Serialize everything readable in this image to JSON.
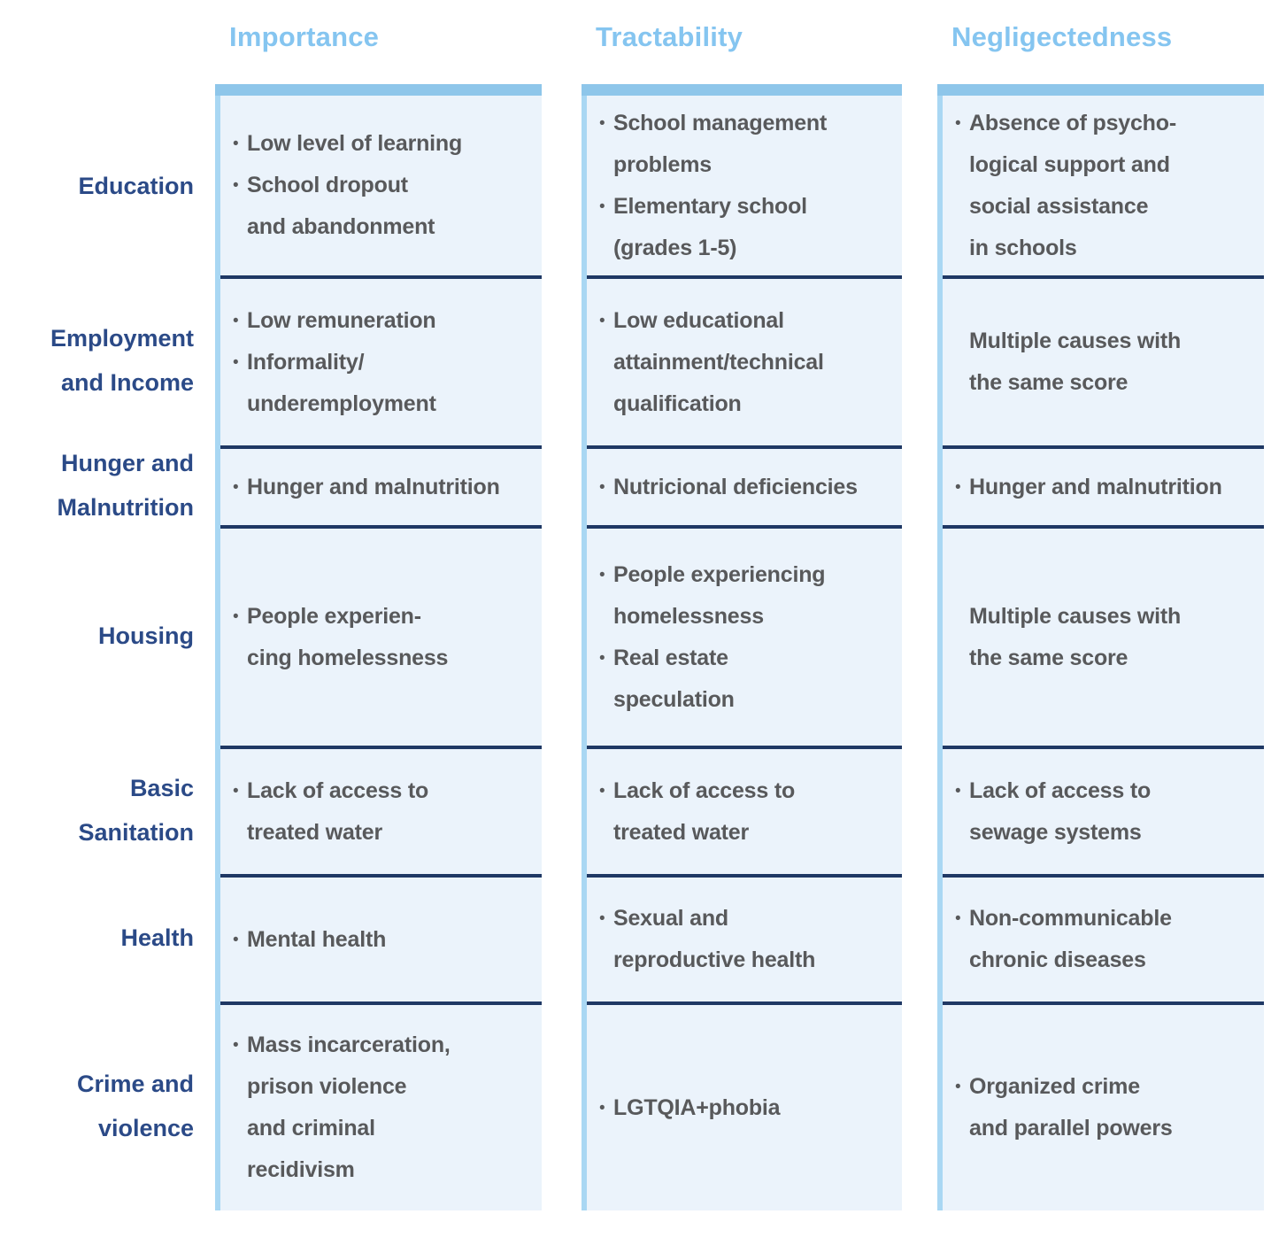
{
  "columns": [
    {
      "key": "importance",
      "label": "Importance"
    },
    {
      "key": "tractability",
      "label": "Tractability"
    },
    {
      "key": "negligectedness",
      "label": "Negligectedness"
    }
  ],
  "rows": [
    {
      "label": "Education",
      "importance": [
        {
          "bullet": true,
          "text": "Low level of learning"
        },
        {
          "bullet": true,
          "text": "School dropout\nand abandonment"
        }
      ],
      "tractability": [
        {
          "bullet": true,
          "text": "School management\nproblems"
        },
        {
          "bullet": true,
          "text": "Elementary school\n(grades 1-5)"
        }
      ],
      "negligectedness": [
        {
          "bullet": true,
          "text": "Absence of psycho-\nlogical support and\nsocial assistance\nin schools"
        }
      ]
    },
    {
      "label": "Employment\nand Income",
      "importance": [
        {
          "bullet": true,
          "text": "Low remuneration"
        },
        {
          "bullet": true,
          "text": "Informality/\nunderemployment"
        }
      ],
      "tractability": [
        {
          "bullet": true,
          "text": "Low educational\nattainment/technical\nqualification"
        }
      ],
      "negligectedness": [
        {
          "bullet": false,
          "text": "Multiple causes with\nthe same score"
        }
      ]
    },
    {
      "label": "Hunger and\nMalnutrition",
      "importance": [
        {
          "bullet": true,
          "text": "Hunger and malnutrition"
        }
      ],
      "tractability": [
        {
          "bullet": true,
          "text": "Nutricional deficiencies"
        }
      ],
      "negligectedness": [
        {
          "bullet": true,
          "text": "Hunger and malnutrition"
        }
      ]
    },
    {
      "label": "Housing",
      "importance": [
        {
          "bullet": true,
          "text": "People experien-\ncing homelessness"
        }
      ],
      "tractability": [
        {
          "bullet": true,
          "text": "People experiencing\nhomelessness"
        },
        {
          "bullet": true,
          "text": "Real estate\nspeculation"
        }
      ],
      "negligectedness": [
        {
          "bullet": false,
          "text": "Multiple causes with\nthe same score"
        }
      ]
    },
    {
      "label": "Basic\nSanitation",
      "importance": [
        {
          "bullet": true,
          "text": "Lack of access to\ntreated water"
        }
      ],
      "tractability": [
        {
          "bullet": true,
          "text": "Lack of access to\ntreated water"
        }
      ],
      "negligectedness": [
        {
          "bullet": true,
          "text": "Lack of access to\nsewage systems"
        }
      ]
    },
    {
      "label": "Health",
      "importance": [
        {
          "bullet": true,
          "text": "Mental health"
        }
      ],
      "tractability": [
        {
          "bullet": true,
          "text": "Sexual and\nreproductive health"
        }
      ],
      "negligectedness": [
        {
          "bullet": true,
          "text": "Non-communicable\nchronic diseases"
        }
      ]
    },
    {
      "label": "Crime and\nviolence",
      "importance": [
        {
          "bullet": true,
          "text": "Mass incarceration,\nprison violence\nand criminal\nrecidivism"
        }
      ],
      "tractability": [
        {
          "bullet": true,
          "text": "LGTQIA+phobia"
        }
      ],
      "negligectedness": [
        {
          "bullet": true,
          "text": "Organized crime\nand parallel powers"
        }
      ]
    }
  ],
  "colors": {
    "header_blue": "#85C5F0",
    "row_label_navy": "#2B4A87",
    "divider_navy": "#1F3864",
    "top_bar_blue": "#8EC6EA",
    "col_border_blue": "#A9D7F3",
    "cell_bg": "#EBF3FB",
    "body_text": "#58595B"
  }
}
